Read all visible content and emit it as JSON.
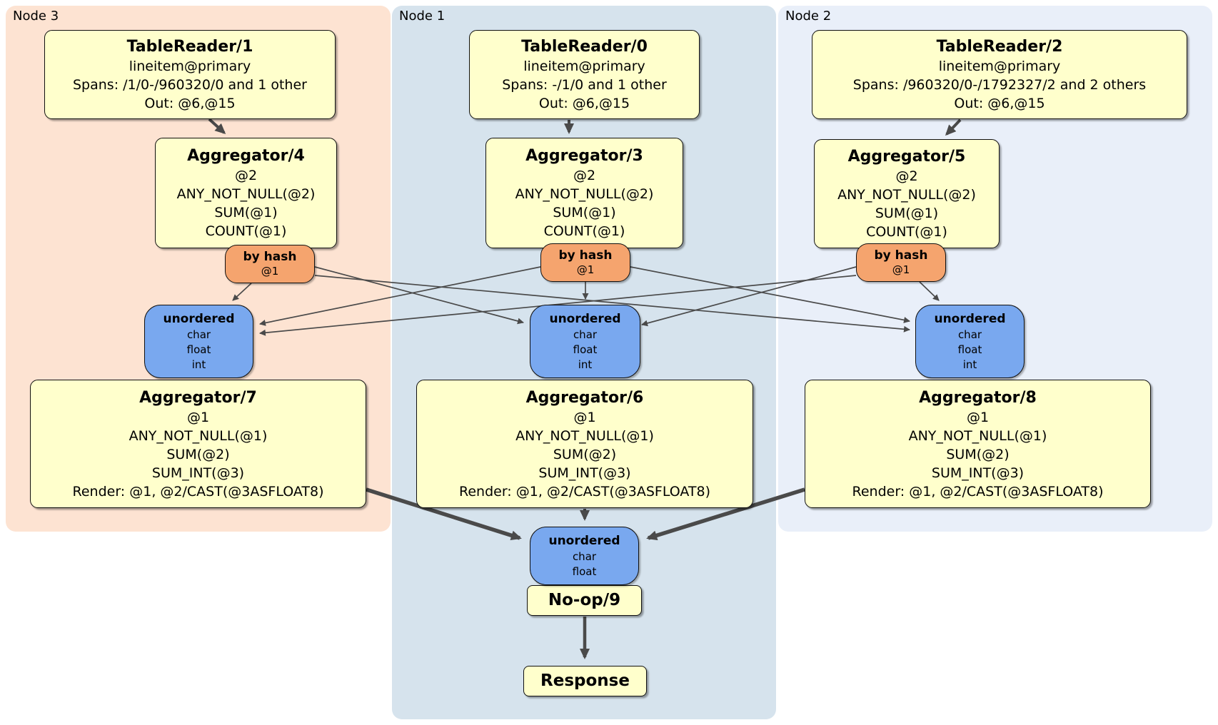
{
  "regions": [
    {
      "label": "Node 3",
      "color": "#fde3d2"
    },
    {
      "label": "Node 1",
      "color": "#d6e3ed"
    },
    {
      "label": "Node 2",
      "color": "#e9eff9"
    }
  ],
  "processors": [
    {
      "title": "TableReader/1",
      "lines": [
        "lineitem@primary",
        "Spans: /1/0-/960320/0 and 1 other",
        "Out: @6,@15"
      ]
    },
    {
      "title": "TableReader/0",
      "lines": [
        "lineitem@primary",
        "Spans: -/1/0 and 1 other",
        "Out: @6,@15"
      ]
    },
    {
      "title": "TableReader/2",
      "lines": [
        "lineitem@primary",
        "Spans: /960320/0-/1792327/2 and 2 others",
        "Out: @6,@15"
      ]
    },
    {
      "title": "Aggregator/4",
      "lines": [
        "@2",
        "ANY_NOT_NULL(@2)",
        "SUM(@1)",
        "COUNT(@1)"
      ]
    },
    {
      "title": "Aggregator/3",
      "lines": [
        "@2",
        "ANY_NOT_NULL(@2)",
        "SUM(@1)",
        "COUNT(@1)"
      ]
    },
    {
      "title": "Aggregator/5",
      "lines": [
        "@2",
        "ANY_NOT_NULL(@2)",
        "SUM(@1)",
        "COUNT(@1)"
      ]
    },
    {
      "title": "Aggregator/7",
      "lines": [
        "@1",
        "ANY_NOT_NULL(@1)",
        "SUM(@2)",
        "SUM_INT(@3)",
        "Render: @1, @2/CAST(@3ASFLOAT8)"
      ]
    },
    {
      "title": "Aggregator/6",
      "lines": [
        "@1",
        "ANY_NOT_NULL(@1)",
        "SUM(@2)",
        "SUM_INT(@3)",
        "Render: @1, @2/CAST(@3ASFLOAT8)"
      ]
    },
    {
      "title": "Aggregator/8",
      "lines": [
        "@1",
        "ANY_NOT_NULL(@1)",
        "SUM(@2)",
        "SUM_INT(@3)",
        "Render: @1, @2/CAST(@3ASFLOAT8)"
      ]
    },
    {
      "title": "No-op/9",
      "lines": []
    },
    {
      "title": "Response",
      "lines": []
    }
  ],
  "routers": [
    {
      "title": "by hash",
      "lines": [
        "@1"
      ]
    },
    {
      "title": "by hash",
      "lines": [
        "@1"
      ]
    },
    {
      "title": "by hash",
      "lines": [
        "@1"
      ]
    }
  ],
  "syncs": [
    {
      "title": "unordered",
      "lines": [
        "char",
        "float",
        "int"
      ]
    },
    {
      "title": "unordered",
      "lines": [
        "char",
        "float",
        "int"
      ]
    },
    {
      "title": "unordered",
      "lines": [
        "char",
        "float",
        "int"
      ]
    },
    {
      "title": "unordered",
      "lines": [
        "char",
        "float"
      ]
    }
  ],
  "colors": {
    "processor_fill": "#ffffcc",
    "router_fill": "#f5a46e",
    "sync_fill": "#79a8ef",
    "edge": "#4a4a4a",
    "border": "#101010"
  }
}
